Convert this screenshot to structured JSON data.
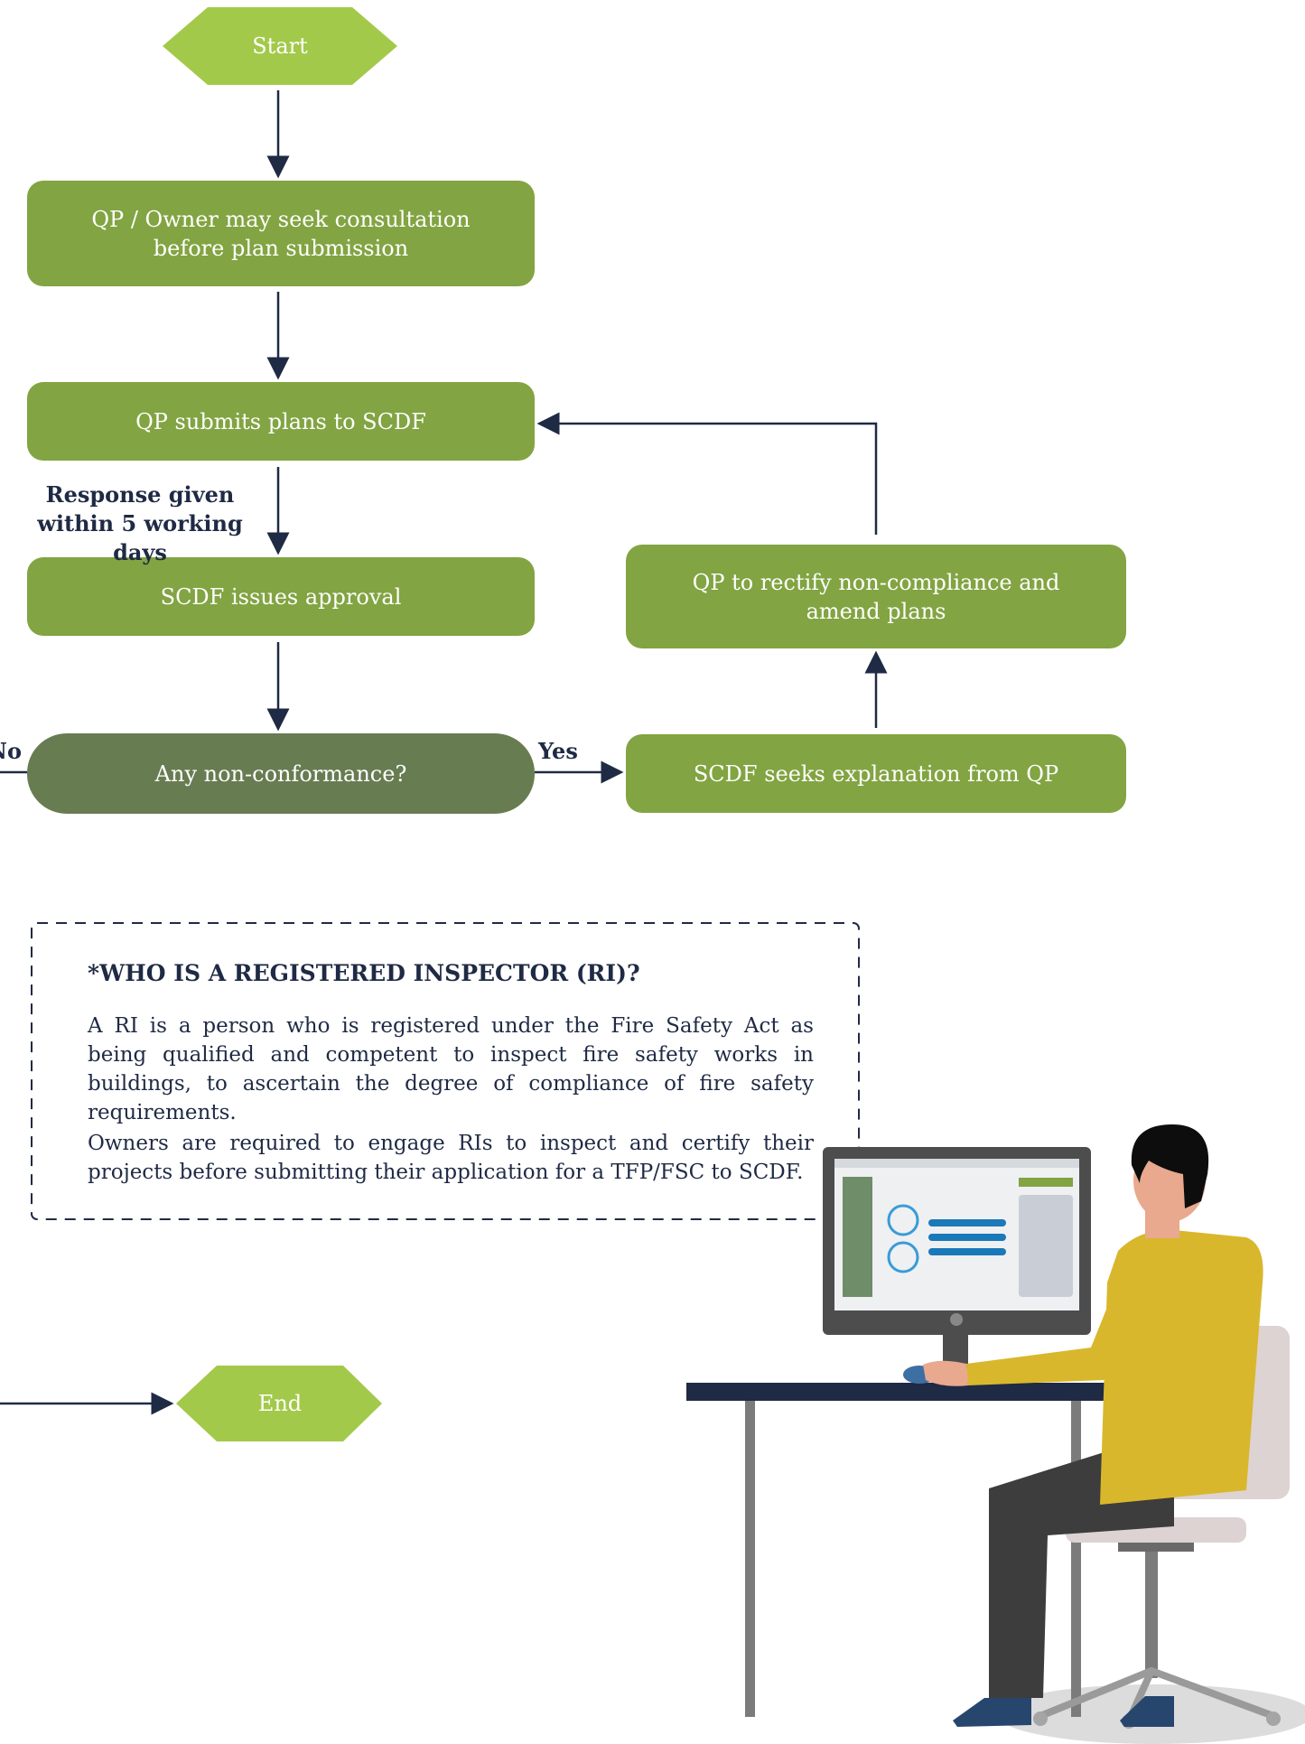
{
  "flowchart": {
    "start": "Start",
    "consultation": "QP / Owner may seek consultation before plan submission",
    "submit": "QP submits plans to SCDF",
    "response_note": "Response given within 5 working days",
    "approval": "SCDF issues approval",
    "decision": "Any non-conformance?",
    "yes_label": "Yes",
    "no_label": "No",
    "explanation": "SCDF seeks explanation from QP",
    "rectify": "QP to rectify non-compliance and amend plans",
    "end": "End"
  },
  "ri_box": {
    "title": "*WHO IS A REGISTERED INSPECTOR (RI)?",
    "paragraph1": "A RI is a person who is registered under the Fire Safety Act as being qualified and competent to inspect fire safety works in buildings, to ascertain the degree of compliance of fire safety requirements.",
    "paragraph2": "Owners are required to engage RIs to inspect and certify their projects before submitting their application for a TFP/FSC to SCDF."
  },
  "colors": {
    "terminal": "#a3c94a",
    "process": "#82a442",
    "decision": "#687c52",
    "arrow": "#1f2a44"
  }
}
